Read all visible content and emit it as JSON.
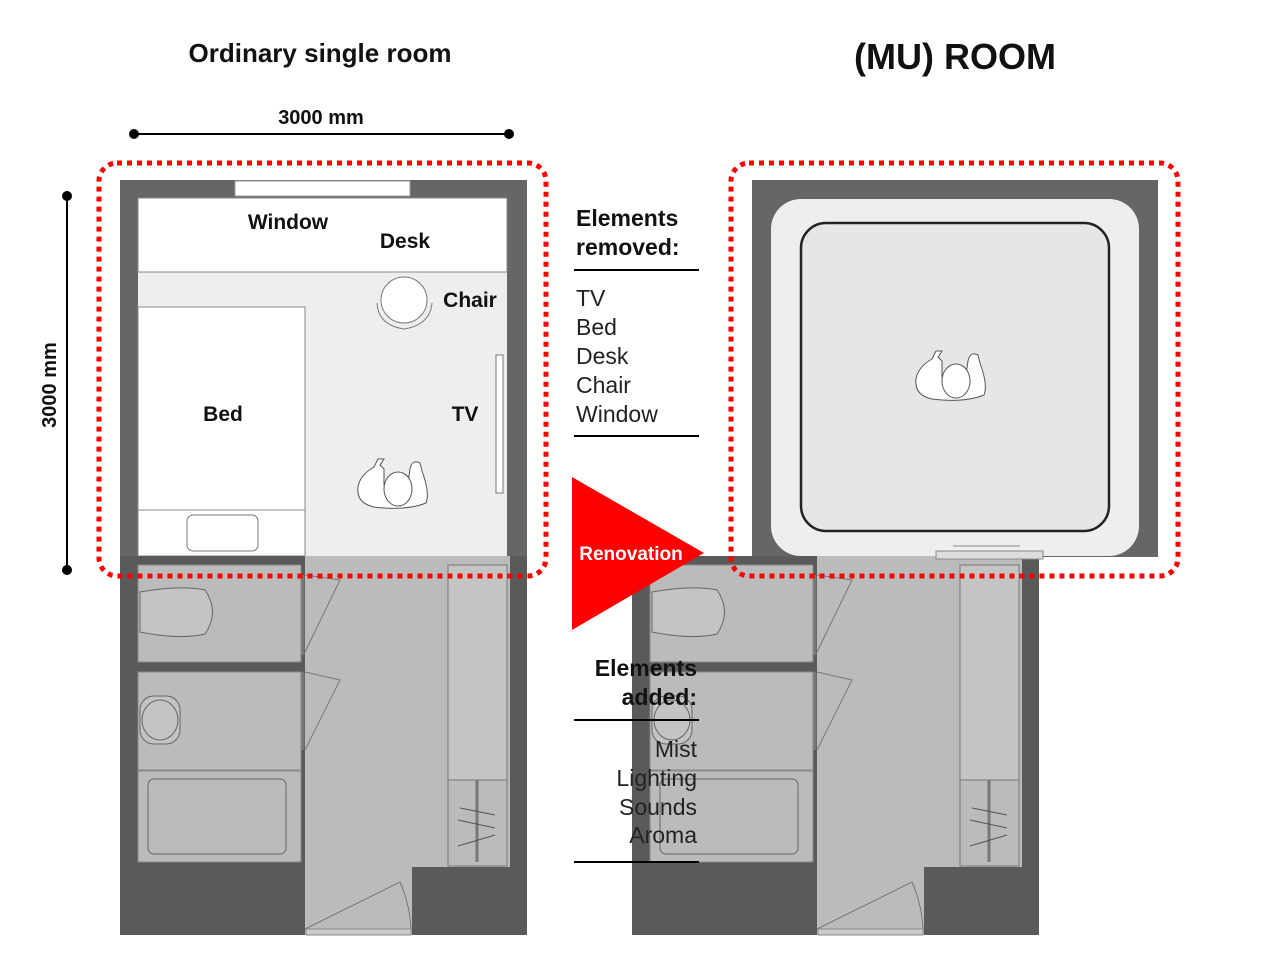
{
  "titles": {
    "left": "Ordinary single room",
    "right": "(MU) ROOM"
  },
  "dimensions": {
    "width": "3000 mm",
    "height": "3000 mm"
  },
  "left_room_labels": {
    "window": "Window",
    "desk": "Desk",
    "chair": "Chair",
    "bed": "Bed",
    "tv": "TV"
  },
  "arrow": {
    "label": "Renovation",
    "color": "#ff0000"
  },
  "removed": {
    "heading_1": "Elements",
    "heading_2": "removed:",
    "items": [
      "TV",
      "Bed",
      "Desk",
      "Chair",
      "Window"
    ]
  },
  "added": {
    "heading_1": "Elements",
    "heading_2": "added:",
    "items": [
      "Mist",
      "Lighting",
      "Sounds",
      "Aroma"
    ]
  }
}
